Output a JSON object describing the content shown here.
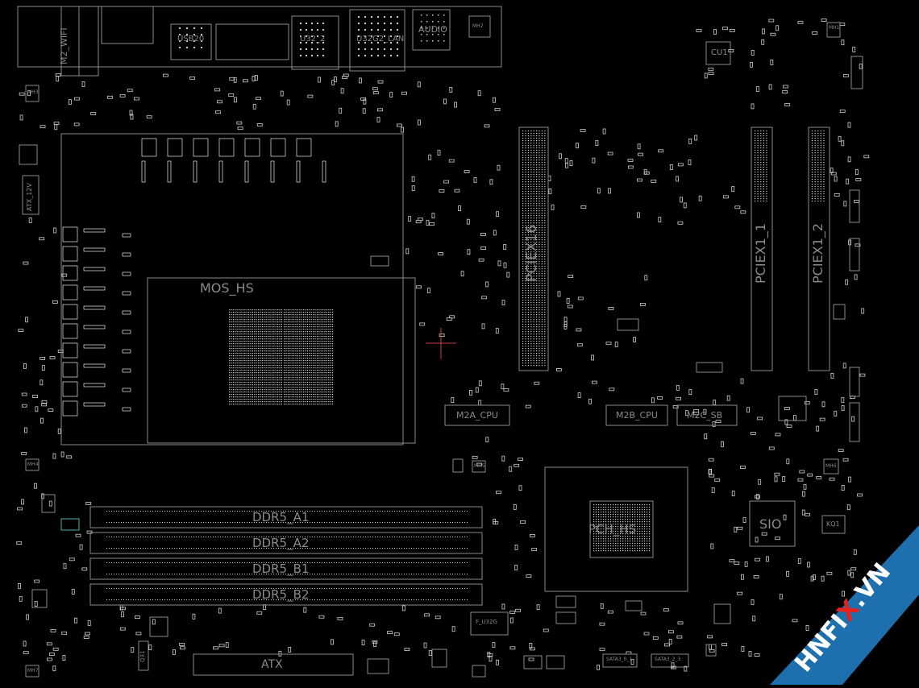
{
  "board": {
    "background": "#000000",
    "outline_color": "#8a8a8a",
    "pad_color": "#cfcfcf",
    "labels": {
      "m2_wifi": "M2_WIFI",
      "usb20": "USB20",
      "usb32_2": "U32_2",
      "usb32g2_lan": "U32G2_LAN",
      "audio": "AUDIO",
      "cu1": "CU1",
      "atx12v": "ATX_12V",
      "mos_hs": "MOS_HS",
      "pciex16": "PCIEX16",
      "pciex1_1": "PCIEX1_1",
      "pciex1_2": "PCIEX1_2",
      "m2a_cpu": "M2A_CPU",
      "m2b_cpu": "M2B_CPU",
      "m2c_sb": "M2C_SB",
      "ddr5_a1": "DDR5_A1",
      "ddr5_a2": "DDR5_A2",
      "ddr5_b1": "DDR5_B1",
      "ddr5_b2": "DDR5_B2",
      "pch_hs": "PCH_HS",
      "sio": "SIO",
      "atx": "ATX",
      "kq1": "KQ1",
      "f_u32g": "F_U32G",
      "sata_1": "SATA3_0_1",
      "sata_2": "SATA3_2_3",
      "q31": "Q31"
    },
    "mounting_holes": [
      "MH1",
      "MH2",
      "MH3",
      "MH4",
      "MH5",
      "MH6",
      "MH7"
    ]
  },
  "watermark": {
    "text_left": "HNF",
    "text_mid": "I",
    "text_x": "X",
    "text_right": ".VN",
    "band_color": "#1e6fae",
    "x_color": "#e8201c"
  }
}
